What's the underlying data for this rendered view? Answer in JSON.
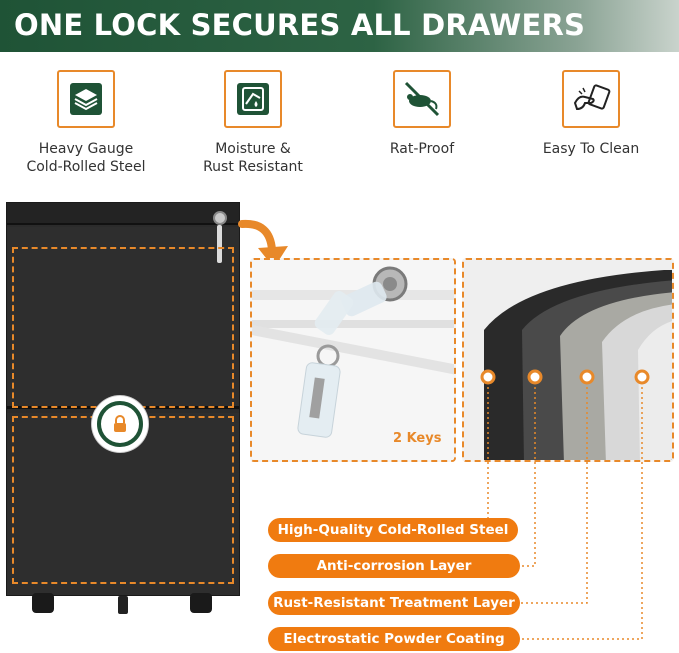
{
  "banner": {
    "title": "ONE LOCK SECURES ALL DRAWERS"
  },
  "features": [
    {
      "icon": "layers-icon",
      "label_line1": "Heavy Gauge",
      "label_line2": "Cold-Rolled Steel"
    },
    {
      "icon": "moisture-icon",
      "label_line1": "Moisture &",
      "label_line2": "Rust Resistant"
    },
    {
      "icon": "no-rat-icon",
      "label_line1": "Rat-Proof",
      "label_line2": ""
    },
    {
      "icon": "wipe-clean-icon",
      "label_line1": "Easy To Clean",
      "label_line2": ""
    }
  ],
  "keys_photo": {
    "label": "2 Keys"
  },
  "layers": [
    {
      "label": "High-Quality Cold-Rolled Steel"
    },
    {
      "label": "Anti-corrosion Layer"
    },
    {
      "label": "Rust-Resistant Treatment Layer"
    },
    {
      "label": "Electrostatic Powder Coating"
    }
  ],
  "colors": {
    "accent": "#f07b10",
    "brand_green": "#1f5336",
    "cabinet": "#2b2b2b"
  }
}
